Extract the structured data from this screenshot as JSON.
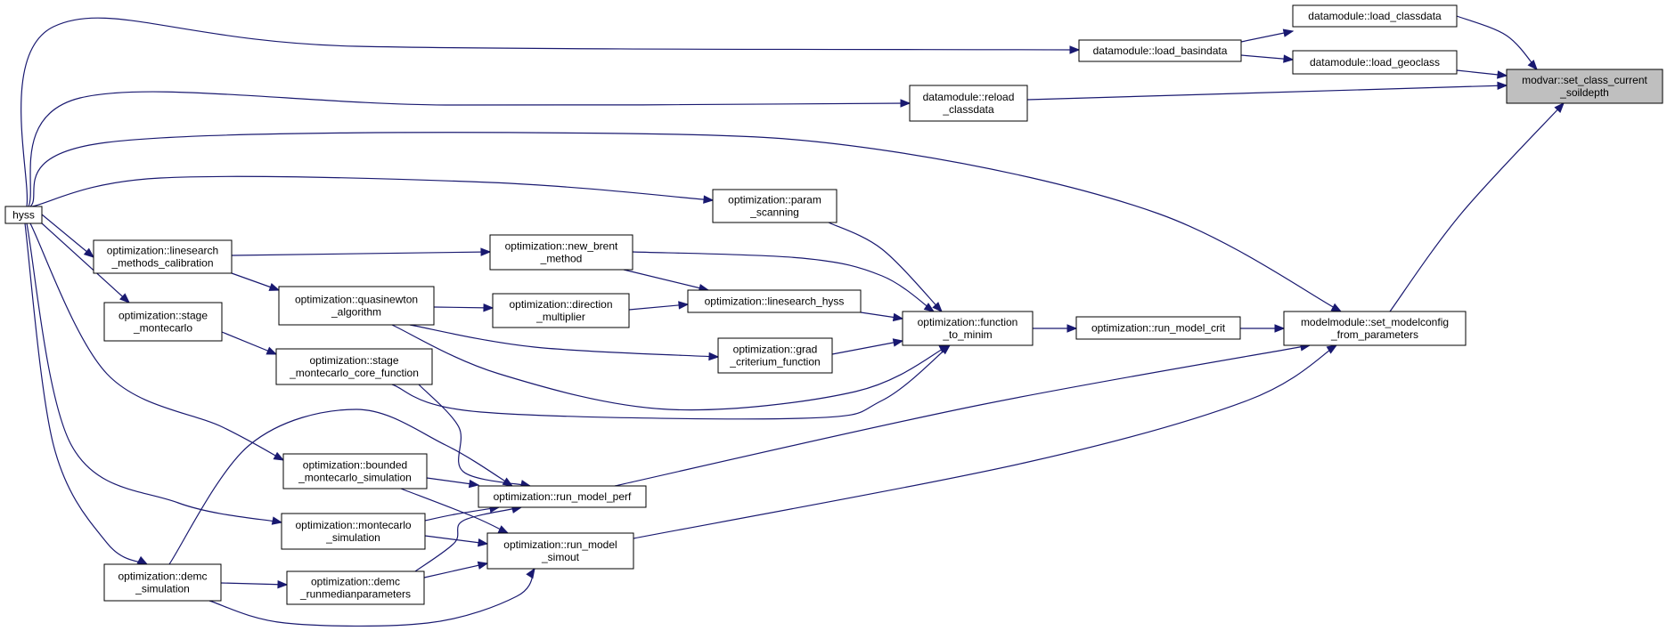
{
  "diagram": {
    "type": "call-graph",
    "edge_color": "#191970",
    "highlight_fill": "#bfbfbf",
    "nodes": [
      {
        "id": "hyss",
        "lines": [
          "hyss"
        ]
      },
      {
        "id": "load_classdata",
        "lines": [
          "datamodule::load_classdata"
        ]
      },
      {
        "id": "load_basindata",
        "lines": [
          "datamodule::load_basindata"
        ]
      },
      {
        "id": "load_geoclass",
        "lines": [
          "datamodule::load_geoclass"
        ]
      },
      {
        "id": "reload_classdata",
        "lines": [
          "datamodule::reload",
          "_classdata"
        ]
      },
      {
        "id": "set_class_current_soildepth",
        "lines": [
          "modvar::set_class_current",
          "_soildepth"
        ],
        "highlight": true
      },
      {
        "id": "param_scanning",
        "lines": [
          "optimization::param",
          "_scanning"
        ]
      },
      {
        "id": "linesearch_methods_calibration",
        "lines": [
          "optimization::linesearch",
          "_methods_calibration"
        ]
      },
      {
        "id": "new_brent_method",
        "lines": [
          "optimization::new_brent",
          "_method"
        ]
      },
      {
        "id": "quasinewton_algorithm",
        "lines": [
          "optimization::quasinewton",
          "_algorithm"
        ]
      },
      {
        "id": "direction_multiplier",
        "lines": [
          "optimization::direction",
          "_multiplier"
        ]
      },
      {
        "id": "linesearch_hyss",
        "lines": [
          "optimization::linesearch_hyss"
        ]
      },
      {
        "id": "stage_montecarlo",
        "lines": [
          "optimization::stage",
          "_montecarlo"
        ]
      },
      {
        "id": "function_to_minim",
        "lines": [
          "optimization::function",
          "_to_minim"
        ]
      },
      {
        "id": "run_model_crit",
        "lines": [
          "optimization::run_model_crit"
        ]
      },
      {
        "id": "set_modelconfig_from_parameters",
        "lines": [
          "modelmodule::set_modelconfig",
          "_from_parameters"
        ]
      },
      {
        "id": "grad_criterium_function",
        "lines": [
          "optimization::grad",
          "_criterium_function"
        ]
      },
      {
        "id": "stage_montecarlo_core_function",
        "lines": [
          "optimization::stage",
          "_montecarlo_core_function"
        ]
      },
      {
        "id": "bounded_montecarlo_simulation",
        "lines": [
          "optimization::bounded",
          "_montecarlo_simulation"
        ]
      },
      {
        "id": "run_model_perf",
        "lines": [
          "optimization::run_model_perf"
        ]
      },
      {
        "id": "montecarlo_simulation",
        "lines": [
          "optimization::montecarlo",
          "_simulation"
        ]
      },
      {
        "id": "run_model_simout",
        "lines": [
          "optimization::run_model",
          "_simout"
        ]
      },
      {
        "id": "demc_simulation",
        "lines": [
          "optimization::demc",
          "_simulation"
        ]
      },
      {
        "id": "demc_runmedianparameters",
        "lines": [
          "optimization::demc",
          "_runmedianparameters"
        ]
      }
    ],
    "edges": [
      [
        "load_classdata",
        "set_class_current_soildepth"
      ],
      [
        "load_geoclass",
        "set_class_current_soildepth"
      ],
      [
        "reload_classdata",
        "set_class_current_soildepth"
      ],
      [
        "set_modelconfig_from_parameters",
        "set_class_current_soildepth"
      ],
      [
        "load_basindata",
        "load_classdata"
      ],
      [
        "load_basindata",
        "load_geoclass"
      ],
      [
        "hyss",
        "load_basindata"
      ],
      [
        "hyss",
        "reload_classdata"
      ],
      [
        "hyss",
        "set_modelconfig_from_parameters"
      ],
      [
        "hyss",
        "param_scanning"
      ],
      [
        "hyss",
        "linesearch_methods_calibration"
      ],
      [
        "hyss",
        "stage_montecarlo"
      ],
      [
        "hyss",
        "bounded_montecarlo_simulation"
      ],
      [
        "hyss",
        "montecarlo_simulation"
      ],
      [
        "hyss",
        "demc_simulation"
      ],
      [
        "linesearch_methods_calibration",
        "new_brent_method"
      ],
      [
        "linesearch_methods_calibration",
        "quasinewton_algorithm"
      ],
      [
        "quasinewton_algorithm",
        "direction_multiplier"
      ],
      [
        "quasinewton_algorithm",
        "grad_criterium_function"
      ],
      [
        "quasinewton_algorithm",
        "function_to_minim"
      ],
      [
        "direction_multiplier",
        "linesearch_hyss"
      ],
      [
        "new_brent_method",
        "linesearch_hyss"
      ],
      [
        "new_brent_method",
        "function_to_minim"
      ],
      [
        "param_scanning",
        "function_to_minim"
      ],
      [
        "linesearch_hyss",
        "function_to_minim"
      ],
      [
        "grad_criterium_function",
        "function_to_minim"
      ],
      [
        "stage_montecarlo",
        "stage_montecarlo_core_function"
      ],
      [
        "stage_montecarlo_core_function",
        "function_to_minim"
      ],
      [
        "stage_montecarlo_core_function",
        "run_model_perf"
      ],
      [
        "function_to_minim",
        "run_model_crit"
      ],
      [
        "run_model_crit",
        "set_modelconfig_from_parameters"
      ],
      [
        "run_model_perf",
        "set_modelconfig_from_parameters"
      ],
      [
        "run_model_simout",
        "set_modelconfig_from_parameters"
      ],
      [
        "bounded_montecarlo_simulation",
        "run_model_perf"
      ],
      [
        "bounded_montecarlo_simulation",
        "run_model_simout"
      ],
      [
        "montecarlo_simulation",
        "run_model_perf"
      ],
      [
        "montecarlo_simulation",
        "run_model_simout"
      ],
      [
        "demc_simulation",
        "demc_runmedianparameters"
      ],
      [
        "demc_simulation",
        "run_model_perf"
      ],
      [
        "demc_simulation",
        "run_model_simout"
      ],
      [
        "demc_runmedianparameters",
        "run_model_perf"
      ],
      [
        "demc_runmedianparameters",
        "run_model_simout"
      ]
    ]
  }
}
